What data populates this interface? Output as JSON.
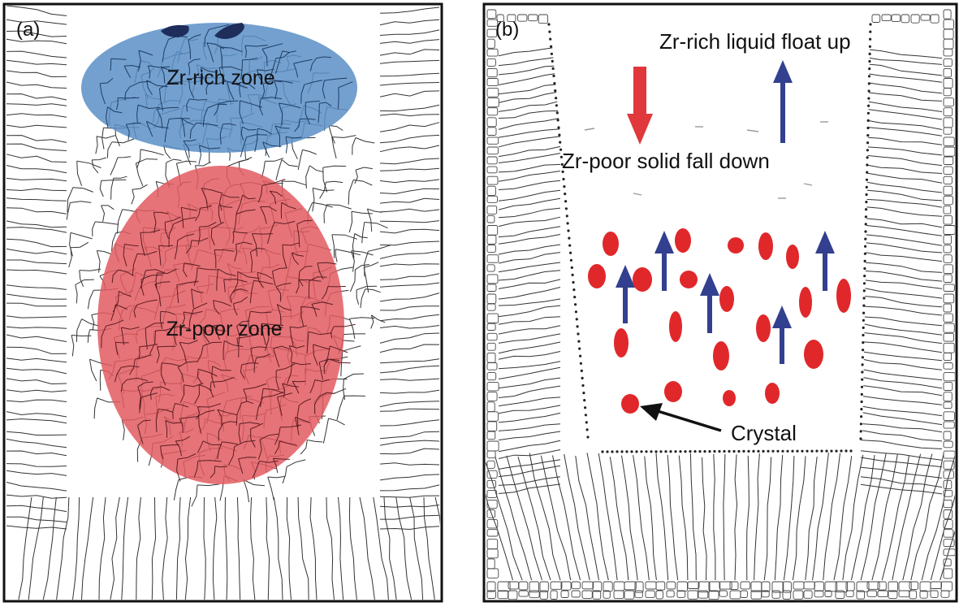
{
  "panel_a": {
    "label": "(a)",
    "zones": [
      {
        "label": "Zr-rich zone",
        "color": "#5b8fc7"
      },
      {
        "label": "Zr-poor zone",
        "color": "#e25b60"
      }
    ]
  },
  "panel_b": {
    "label": "(b)",
    "annotations": {
      "float_up": "Zr-rich liquid float up",
      "fall_down": "Zr-poor solid fall down",
      "crystal": "Crystal"
    }
  },
  "colors": {
    "up_arrow": "#33408f",
    "down_arrow": "#e0383b",
    "crystal": "#e0282b",
    "grain_line": "#333333",
    "frame": "#111111"
  }
}
